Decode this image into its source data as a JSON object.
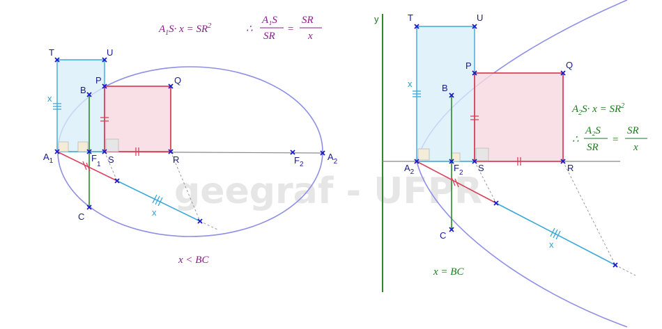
{
  "watermark": "geegraf - UFPR",
  "left_panel": {
    "formula_top": "A₁S· x = SR²   ∴ A₁S / SR = SR / x",
    "formula_top_parts": {
      "lhs": "A",
      "sub": "1",
      "rest": "S· x = SR",
      "sup": "2",
      "therefore": "∴",
      "frac1_num": "A₁S",
      "frac1_den": "SR",
      "eq": "=",
      "frac2_num": "SR",
      "frac2_den": "x"
    },
    "condition": "x < BC",
    "points": {
      "T": "T",
      "U": "U",
      "P": "P",
      "Q": "Q",
      "B": "B",
      "A1": "A",
      "A1_sub": "1",
      "F1": "F",
      "F1_sub": "1",
      "S": "S",
      "R": "R",
      "F2": "F",
      "F2_sub": "2",
      "A2": "A",
      "A2_sub": "2",
      "C": "C"
    },
    "x_labels": [
      "x",
      "x"
    ]
  },
  "right_panel": {
    "axis_label": "y",
    "formula_line1": {
      "lhs": "A",
      "sub": "2",
      "rest": "S· x = SR",
      "sup": "2"
    },
    "formula_line2": {
      "therefore": "∴",
      "frac1_num": "A₂S",
      "frac1_den": "SR",
      "eq": "=",
      "frac2_num": "SR",
      "frac2_den": "x"
    },
    "condition": "x = BC",
    "points": {
      "T": "T",
      "U": "U",
      "P": "P",
      "Q": "Q",
      "B": "B",
      "A2": "A",
      "A2_sub": "2",
      "F2": "F",
      "F2_sub": "2",
      "S": "S",
      "R": "R",
      "C": "C"
    },
    "x_labels": [
      "x",
      "x"
    ]
  },
  "colors": {
    "conic": "#8f8fe6",
    "square_fill": "#f8d8e0",
    "square_stroke": "#d9405a",
    "rect_fill": "#d8eef8",
    "rect_stroke": "#3aa9d8",
    "segment_green": "#2a8a2a",
    "axis_gray": "#888888",
    "point_blue": "#1a1acc"
  }
}
